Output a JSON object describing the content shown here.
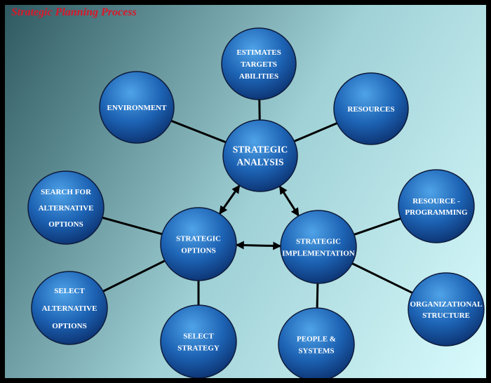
{
  "title": "Strategic Planning Process",
  "colors": {
    "title": "#d8192a",
    "node_fill_light": "#4fa3e8",
    "node_fill_mid": "#1d63b4",
    "node_fill_dark": "#0b2f6c",
    "node_text": "#ffffff",
    "connector": "#000000"
  },
  "nodes": [
    {
      "id": "strategic-analysis",
      "lines": [
        "STRATEGIC",
        "ANALYSIS"
      ]
    },
    {
      "id": "estimates-targets-abilities",
      "lines": [
        "ESTIMATES",
        "TARGETS",
        "ABILITIES"
      ]
    },
    {
      "id": "environment",
      "lines": [
        "ENVIRONMENT"
      ]
    },
    {
      "id": "resources",
      "lines": [
        "RESOURCES"
      ]
    },
    {
      "id": "strategic-options",
      "lines": [
        "STRATEGIC",
        "OPTIONS"
      ]
    },
    {
      "id": "strategic-implementation",
      "lines": [
        "STRATEGIC",
        "IMPLEMENTATION"
      ]
    },
    {
      "id": "search-for-alternative-options",
      "lines": [
        "SEARCH FOR",
        "ALTERNATIVE",
        "OPTIONS"
      ]
    },
    {
      "id": "select-alternative-options",
      "lines": [
        "SELECT",
        "ALTERNATIVE",
        "OPTIONS"
      ]
    },
    {
      "id": "select-strategy",
      "lines": [
        "SELECT",
        "STRATEGY"
      ]
    },
    {
      "id": "people-systems",
      "lines": [
        "PEOPLE &",
        "SYSTEMS"
      ]
    },
    {
      "id": "resource-programming",
      "lines": [
        "RESOURCE  -",
        "PROGRAMMING"
      ]
    },
    {
      "id": "organizational-structure",
      "lines": [
        "ORGANIZATIONAL",
        "STRUCTURE"
      ]
    }
  ],
  "edges": [
    {
      "from": "strategic-analysis",
      "to": "estimates-targets-abilities",
      "arrows": "none"
    },
    {
      "from": "strategic-analysis",
      "to": "environment",
      "arrows": "none"
    },
    {
      "from": "strategic-analysis",
      "to": "resources",
      "arrows": "none"
    },
    {
      "from": "strategic-analysis",
      "to": "strategic-options",
      "arrows": "both"
    },
    {
      "from": "strategic-analysis",
      "to": "strategic-implementation",
      "arrows": "both"
    },
    {
      "from": "strategic-options",
      "to": "strategic-implementation",
      "arrows": "both"
    },
    {
      "from": "strategic-options",
      "to": "search-for-alternative-options",
      "arrows": "none"
    },
    {
      "from": "strategic-options",
      "to": "select-alternative-options",
      "arrows": "none"
    },
    {
      "from": "strategic-options",
      "to": "select-strategy",
      "arrows": "none"
    },
    {
      "from": "strategic-implementation",
      "to": "people-systems",
      "arrows": "none"
    },
    {
      "from": "strategic-implementation",
      "to": "resource-programming",
      "arrows": "none"
    },
    {
      "from": "strategic-implementation",
      "to": "organizational-structure",
      "arrows": "none"
    }
  ]
}
